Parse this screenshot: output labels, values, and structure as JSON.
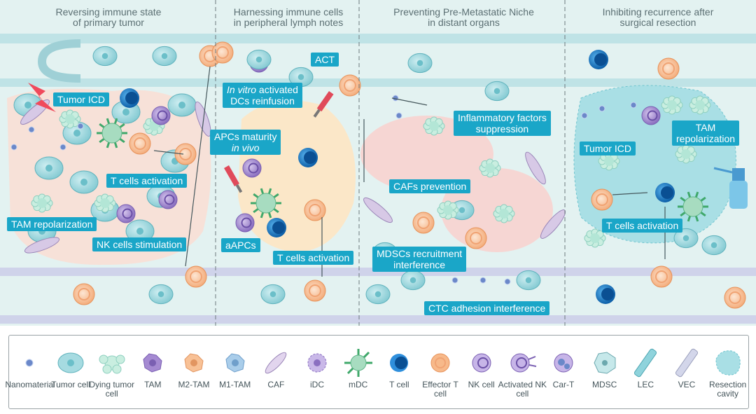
{
  "headers": [
    {
      "line1": "Reversing immune state",
      "line2": "of primary tumor"
    },
    {
      "line1": "Harnessing immune cells",
      "line2": "in peripheral lymph notes"
    },
    {
      "line1": "Preventing Pre-Metastatic Niche",
      "line2": "in distant organs"
    },
    {
      "line1": "Inhibiting recurrence after",
      "line2": "surgical resection"
    }
  ],
  "panel1": {
    "tumor_icd": "Tumor ICD",
    "t_cells_activation": "T cells activation",
    "tam_repolarization": "TAM repolarization",
    "nk_stimulation": "NK cells stimulation"
  },
  "panel2": {
    "act": "ACT",
    "invitro_italic": "In vitro",
    "invitro_rest": " activated",
    "invitro_line2": "DCs reinfusion",
    "apcs_line1": "APCs maturity",
    "apcs_line2": "in vivo",
    "aapcs": "aAPCs",
    "t_cells_activation": "T cells activation"
  },
  "panel3": {
    "inflam_line1": "Inflammatory factors",
    "inflam_line2": "suppression",
    "cafs_prevention": "CAFs prevention",
    "mdsc_line1": "MDSCs recruitment",
    "mdsc_line2": "interference",
    "ctc": "CTC adhesion interference"
  },
  "panel4": {
    "tumor_icd": "Tumor ICD",
    "tam_line1": "TAM",
    "tam_line2": "repolarization",
    "t_cells_activation": "T cells activation"
  },
  "legend": [
    {
      "icon": "nanomaterial-icon",
      "label": "Nanomaterial"
    },
    {
      "icon": "tumor-cell-icon",
      "label": "Tumor cell"
    },
    {
      "icon": "dying-tumor-cell-icon",
      "label": "Dying tumor cell"
    },
    {
      "icon": "tam-icon",
      "label": "TAM"
    },
    {
      "icon": "m2-tam-icon",
      "label": "M2-TAM"
    },
    {
      "icon": "m1-tam-icon",
      "label": "M1-TAM"
    },
    {
      "icon": "caf-icon",
      "label": "CAF"
    },
    {
      "icon": "idc-icon",
      "label": "iDC"
    },
    {
      "icon": "mdc-icon",
      "label": "mDC"
    },
    {
      "icon": "t-cell-icon",
      "label": "T cell"
    },
    {
      "icon": "effector-t-cell-icon",
      "label": "Effector T cell"
    },
    {
      "icon": "nk-cell-icon",
      "label": "NK cell"
    },
    {
      "icon": "activated-nk-cell-icon",
      "label": "Activated NK cell"
    },
    {
      "icon": "car-t-icon",
      "label": "Car-T"
    },
    {
      "icon": "mdsc-icon",
      "label": "MDSC"
    },
    {
      "icon": "lec-icon",
      "label": "LEC"
    },
    {
      "icon": "vec-icon",
      "label": "VEC"
    },
    {
      "icon": "resection-cavity-icon",
      "label": "Resection cavity"
    }
  ],
  "colors": {
    "label_bg": "#1aa6c8",
    "tissue_bg": "#e3f2f1",
    "vessel": "#bfe3e6",
    "tumor_cell": "#9fd6dd",
    "effector_t": "#f7b98a",
    "t_cell": "#1b7fd0",
    "tam": "#9b82c8",
    "niche": "#f6d6d3"
  }
}
